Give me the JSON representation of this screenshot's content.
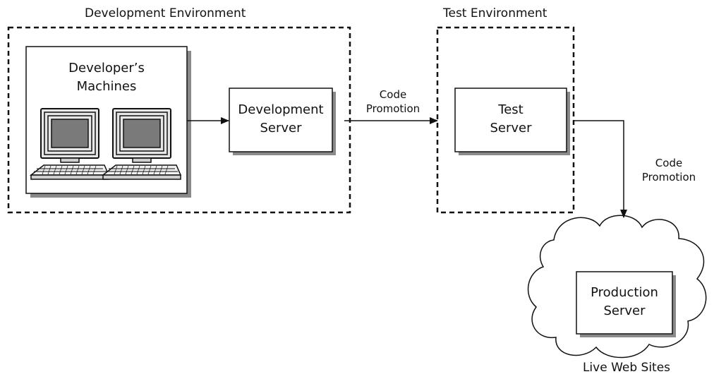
{
  "environments": {
    "development": {
      "title": "Development Environment"
    },
    "test": {
      "title": "Test Environment"
    }
  },
  "developer_machines": {
    "line1": "Developer’s",
    "line2": "Machines"
  },
  "development_server": {
    "line1": "Development",
    "line2": "Server"
  },
  "test_server": {
    "line1": "Test",
    "line2": "Server"
  },
  "production_server": {
    "line1": "Production",
    "line2": "Server"
  },
  "promotion_1": {
    "line1": "Code",
    "line2": "Promotion"
  },
  "promotion_2": {
    "line1": "Code",
    "line2": "Promotion"
  },
  "cloud": {
    "caption": "Live Web Sites"
  },
  "icons": [
    "computer-icon",
    "computer-icon",
    "keyboard-icon",
    "keyboard-icon",
    "cloud-icon",
    "arrow-icon"
  ],
  "colors": {
    "stroke": "#111111",
    "shadow": "#8a8a8a",
    "screen": "#777777",
    "bezel": "#d9d9d9"
  }
}
